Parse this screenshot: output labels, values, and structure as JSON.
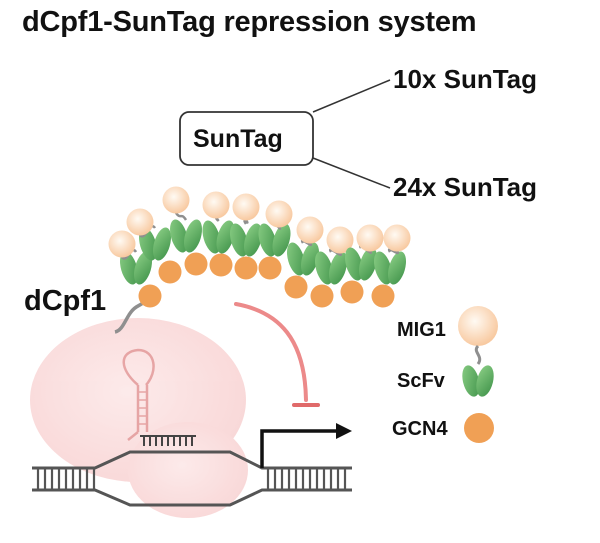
{
  "title": "dCpf1-SunTag repression system",
  "suntag_box_label": "SunTag",
  "variant_10x": "10x SunTag",
  "variant_24x": "24x SunTag",
  "protein_label": "dCpf1",
  "legend": {
    "mig1": "MIG1",
    "scfv": "ScFv",
    "gcn4": "GCN4"
  },
  "colors": {
    "mig1": "#fcd7b5",
    "scfv": "#6fb56a",
    "gcn4": "#f0a055",
    "dcpf1_blob": "#f7c6c6",
    "repression_arrow": "#e87b7b",
    "dna": "#555555"
  }
}
